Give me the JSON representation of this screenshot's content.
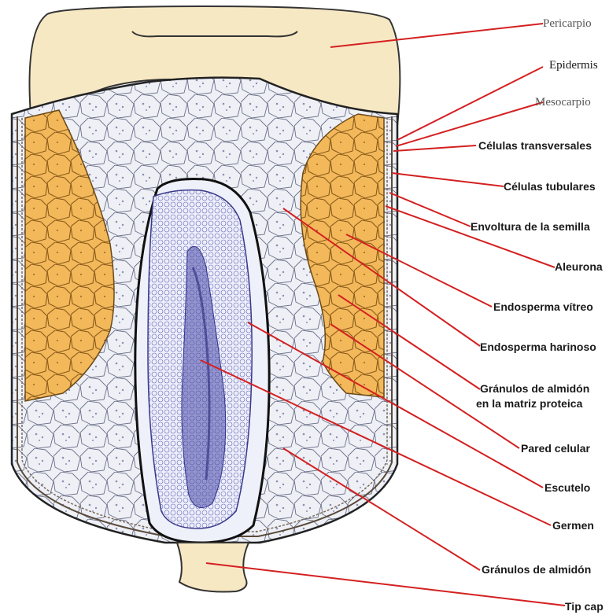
{
  "labels": {
    "pericarpio": "Pericarpio",
    "epidermis": "Epidermis",
    "mesocarpio": "Mesocarpio",
    "celulas_transversales": "Células transversales",
    "celulas_tubulares": "Células tubulares",
    "envoltura": "Envoltura de la semilla",
    "aleurona": "Aleurona",
    "endosperma_vitreo": "Endosperma vítreo",
    "endosperma_harinoso": "Endosperma harinoso",
    "granulos_matriz_1": "Gránulos de almidón",
    "granulos_matriz_2": "en la matriz proteica",
    "pared_celular": "Pared celular",
    "escutelo": "Escutelo",
    "germen": "Germen",
    "granulos_almidon": "Gránulos de almidón",
    "tip_cap": "Tip cap"
  },
  "colors": {
    "leader_line": "#d42020",
    "pericarp": "#f7e8c4",
    "vitreous_endosperm": "#f2b85a",
    "germ": "#4a4aa8",
    "floury_endosperm": "#e4e8f2"
  }
}
